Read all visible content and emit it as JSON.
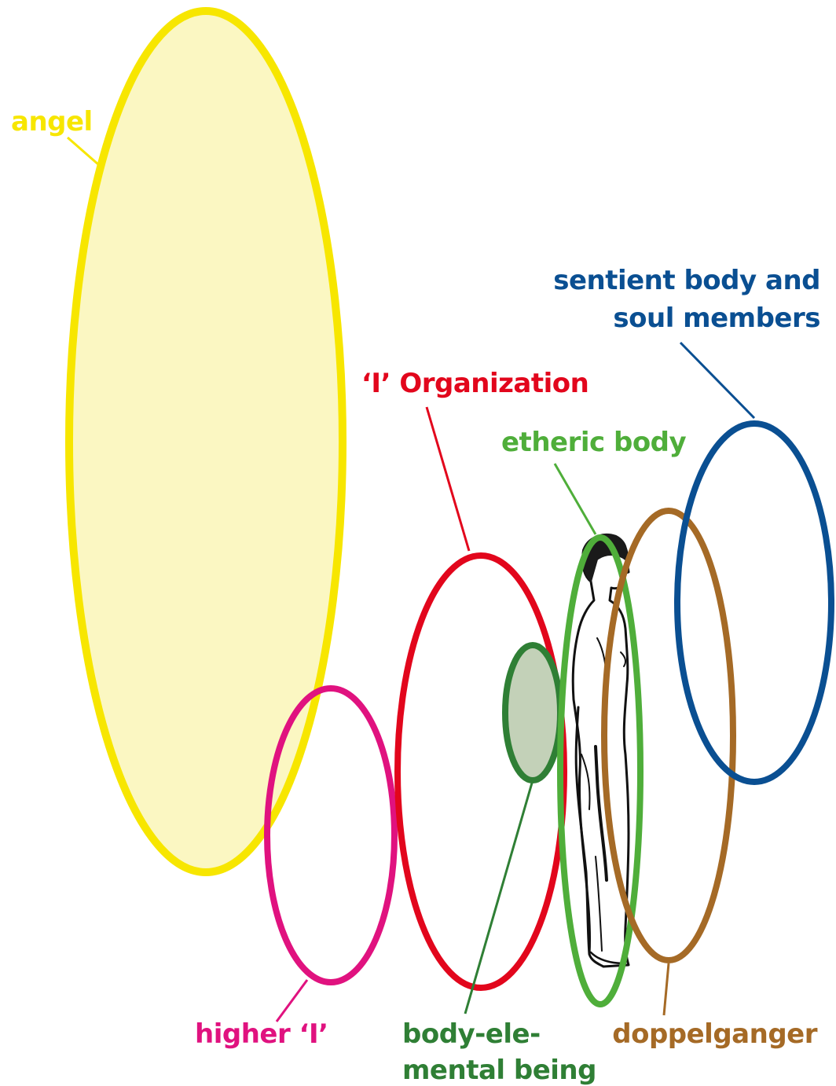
{
  "labels": {
    "angel": "angel",
    "sentient_line1": "sentient body and",
    "sentient_line2": "soul members",
    "i_organization": "‘I’ Organization",
    "etheric_body": "etheric body",
    "higher_i": "higher ‘I’",
    "body_elemental_line1": "body-ele-",
    "body_elemental_line2": "mental being",
    "doppelganger": "doppelganger"
  },
  "colors": {
    "angel": "#f7e600",
    "angel_fill": "#fbf7c2",
    "sentient": "#0a4f92",
    "i_organization": "#e2061c",
    "etheric_body": "#4fae3a",
    "higher_i": "#e0127f",
    "body_elemental": "#2f7f35",
    "body_elemental_fill": "#c3d1b8",
    "doppelganger": "#a56a26"
  },
  "icons": {
    "figure": "standing-human-figure-profile"
  }
}
